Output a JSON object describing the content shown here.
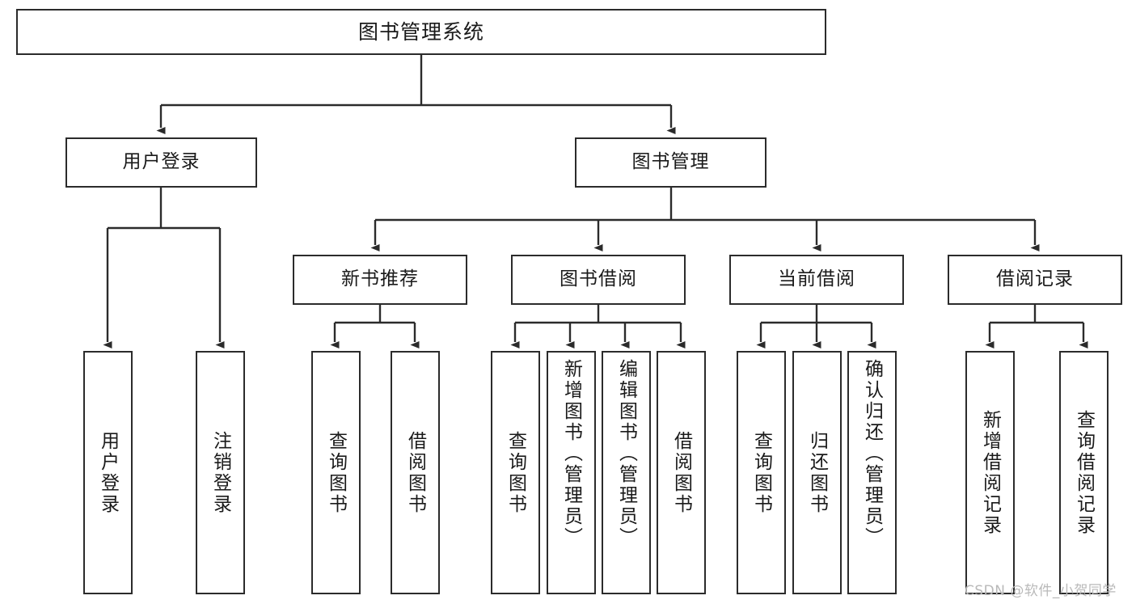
{
  "diagram": {
    "type": "hierarchy-tree",
    "title": "图书管理系统",
    "watermark": "CSDN @软件_小贺同学",
    "colors": {
      "stroke": "#2b2b2b",
      "fill": "#ffffff",
      "text": "#1a1a1a",
      "watermark": "#b9b9b9"
    },
    "levels": {
      "level1": [
        {
          "id": "root",
          "label": "图书管理系统"
        }
      ],
      "level2": [
        {
          "id": "user-login",
          "label": "用户登录"
        },
        {
          "id": "book-manage",
          "label": "图书管理"
        }
      ],
      "level3": [
        {
          "id": "new-book-rec",
          "label": "新书推荐"
        },
        {
          "id": "book-borrow",
          "label": "图书借阅"
        },
        {
          "id": "current-borrow",
          "label": "当前借阅"
        },
        {
          "id": "borrow-record",
          "label": "借阅记录"
        }
      ],
      "level4": [
        {
          "id": "leaf-user-login",
          "label": "用户登录"
        },
        {
          "id": "leaf-logout-login",
          "label": "注销登录"
        },
        {
          "id": "leaf-query-book-1",
          "label": "查询图书"
        },
        {
          "id": "leaf-borrow-book-1",
          "label": "借阅图书"
        },
        {
          "id": "leaf-query-book-2",
          "label": "查询图书"
        },
        {
          "id": "leaf-add-book",
          "label": "新增图书（管理员）"
        },
        {
          "id": "leaf-edit-book",
          "label": "编辑图书（管理员）"
        },
        {
          "id": "leaf-borrow-book-2",
          "label": "借阅图书"
        },
        {
          "id": "leaf-query-book-3",
          "label": "查询图书"
        },
        {
          "id": "leaf-return-book",
          "label": "归还图书"
        },
        {
          "id": "leaf-confirm-return",
          "label": "确认归还（管理员）"
        },
        {
          "id": "leaf-add-record",
          "label": "新增借阅记录"
        },
        {
          "id": "leaf-query-record",
          "label": "查询借阅记录"
        }
      ]
    },
    "edges": [
      {
        "from": "root",
        "to": "user-login"
      },
      {
        "from": "root",
        "to": "book-manage"
      },
      {
        "from": "user-login",
        "to": "leaf-user-login"
      },
      {
        "from": "user-login",
        "to": "leaf-logout-login"
      },
      {
        "from": "book-manage",
        "to": "new-book-rec"
      },
      {
        "from": "book-manage",
        "to": "book-borrow"
      },
      {
        "from": "book-manage",
        "to": "current-borrow"
      },
      {
        "from": "book-manage",
        "to": "borrow-record"
      },
      {
        "from": "new-book-rec",
        "to": "leaf-query-book-1"
      },
      {
        "from": "new-book-rec",
        "to": "leaf-borrow-book-1"
      },
      {
        "from": "book-borrow",
        "to": "leaf-query-book-2"
      },
      {
        "from": "book-borrow",
        "to": "leaf-add-book"
      },
      {
        "from": "book-borrow",
        "to": "leaf-edit-book"
      },
      {
        "from": "book-borrow",
        "to": "leaf-borrow-book-2"
      },
      {
        "from": "current-borrow",
        "to": "leaf-query-book-3"
      },
      {
        "from": "current-borrow",
        "to": "leaf-return-book"
      },
      {
        "from": "current-borrow",
        "to": "leaf-confirm-return"
      },
      {
        "from": "borrow-record",
        "to": "leaf-add-record"
      },
      {
        "from": "borrow-record",
        "to": "leaf-query-record"
      }
    ]
  }
}
